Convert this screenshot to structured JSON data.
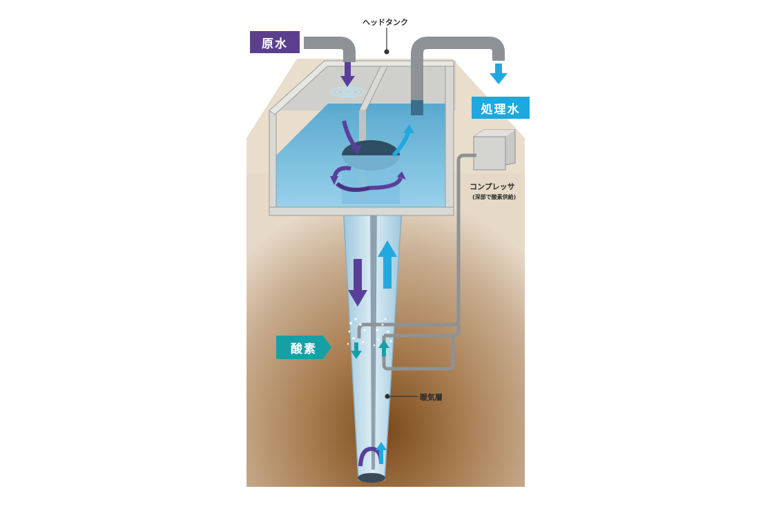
{
  "labels": {
    "raw_water": "原水",
    "treated_water": "処理水",
    "head_tank": "ヘッドタンク",
    "compressor": "コンプレッサ",
    "compressor_note": "(深部で酸素供給)",
    "oxygen": "酸素",
    "warm_layer": "暖気層"
  },
  "colors": {
    "raw_water_tag": "#5b3f8e",
    "treated_water_tag": "#1ea8dd",
    "oxygen_tag": "#16a0a6",
    "down_arrow": "#5a3f9a",
    "up_arrow": "#22a8e0",
    "ground": "#b89a7c",
    "water": "#7fc4e4",
    "tank_wall": "#d8d8d4"
  }
}
